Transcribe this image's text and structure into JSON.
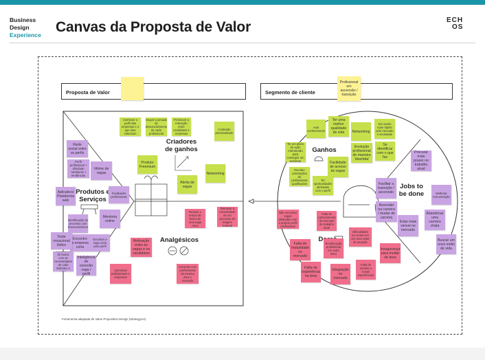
{
  "brand": {
    "line1": "Business",
    "line2": "Design",
    "line3": "Experience"
  },
  "title": "Canvas da Proposta de Valor",
  "logo": {
    "top": "ECH",
    "bottom": "OS"
  },
  "labels": {
    "proposal": "Proposta de Valor",
    "segment": "Segmento de cliente"
  },
  "segment_note": "Profissional em ascensão / transição",
  "headings": {
    "produtos": "Produtos e Serviços",
    "criadores": "Criadores de ganhos",
    "analgesicos": "Analgésicos",
    "ganhos": "Ganhos",
    "dores": "Dores",
    "jobs": "Jobs to be done"
  },
  "notes_produtos": [
    "Rede social entre os perfis",
    "Perfil profissional + afinidade +ambiente + tendências",
    "Vitrine de vagas",
    "Aplicativo/ Plataforma web",
    "Feedbacks profissionais",
    "Identificação do processo com desenvolvimento",
    "Mentoria online",
    "Encontro a empresa certa",
    "Encontra a vaga certa pelo perfil",
    "Teste vocacional lúdico",
    "Mecanismo de busca com as necessidades de cada indivíduo e vaga",
    "Inteligência de conexão vaga / perfil"
  ],
  "notes_criadores": [
    "Conhecer o perfil das empresas e o que elas valorizam",
    "Seguir a jornada de desenvolvimento de cada profissional",
    "Promover a interação entre candidatos e empresas",
    "Conteúdo personalizado",
    "Produto Freemium",
    "Alerta de vagas",
    "Networking"
  ],
  "notes_analgesicos": [
    "Reduzir o tempo de busca de uma vaga nova",
    "Remover a necessidade de um processo de triagem manual",
    "Motivação entre as vagas e os candidatos",
    "Aproximar profissionais e empresas",
    "Conectar com profissionais da mesma área e mercado"
  ],
  "notes_ganhos": [
    "Auto conhecimento",
    "Ter uma melhor qualidade de vida",
    "Networking",
    "Ser aceito mais rápido pelo mercado e sociedade",
    "Ter um plano de ação estruturado para conseguir um emprego",
    "Evolução profissional de maneira 'divertida'",
    "Se identificar com o que faz",
    "Facilidade de acesso às vagas",
    "Receber orientações de profissionais qualificados",
    "Ter oportunidades alinhadas com o perfil"
  ],
  "notes_dores": [
    "Não encontrar vagas alinhadas com o próprio perfil profissional",
    "Falta de conhecimento do mercado de trabalho atual",
    "Dificuldades em entrar em um novo setor de atuação",
    "Falta de maturidade no mercado",
    "Recolocação profissional em outro setor",
    "Insegurança para mudar de área",
    "Falta de experiência na área",
    "Integração no mercado",
    "Falta de acesso a novas experiências"
  ],
  "notes_jobs": [
    "Procurar mais prazer no trabalho atual",
    "Facilitar a transição / ascensão",
    "Melhorar remuneração",
    "Ascender na carreira / mudar de carreira",
    "Abandonar uma carreira chata",
    "Estar mais visível no mercado",
    "Buscar um novo estilo de vida"
  ],
  "footnote": "Ferramenta adaptada de Value Proposition Design (Strategyzer)",
  "colors": {
    "accent": "#1b96a8",
    "purple": "#c9a4e3",
    "green": "#c6e04c",
    "pink": "#f06e8b",
    "yellow": "#fdf394"
  }
}
